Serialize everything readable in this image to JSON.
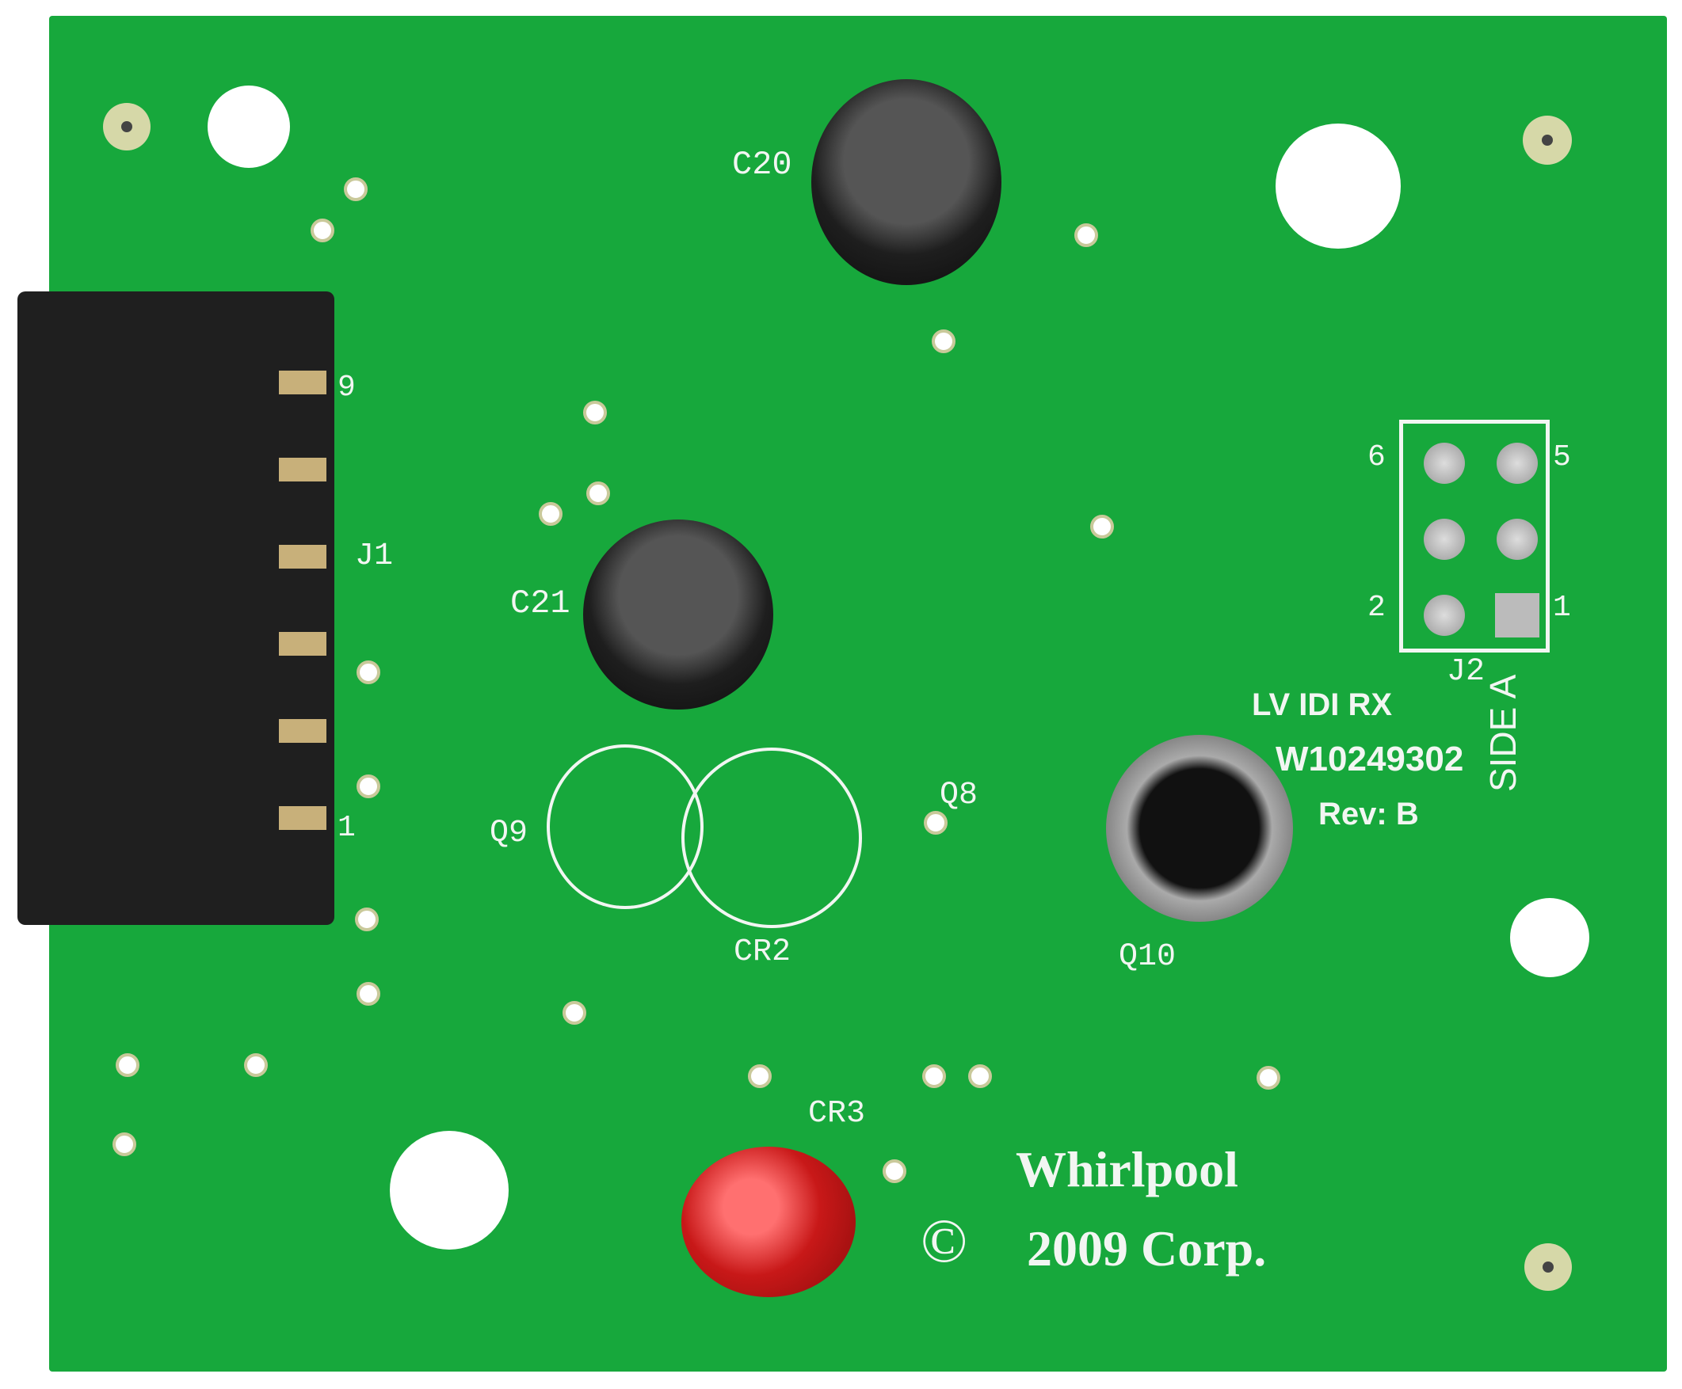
{
  "image": {
    "subject": "green printed circuit board",
    "board_color": "#17a83c",
    "silkscreen_color": "#f2f6f2"
  },
  "labels": {
    "c20": "C20",
    "c21": "C21",
    "j1": "J1",
    "j1_pin_9": "9",
    "j1_pin_1": "1",
    "j2": "J2",
    "j2_pins": [
      "6",
      "5",
      "2",
      "1"
    ],
    "q8": "Q8",
    "q9": "Q9",
    "q10": "Q10",
    "cr2": "CR2",
    "cr3": "CR3",
    "board_name": "LV IDI RX",
    "part_number": "W10249302",
    "revision": "Rev: B",
    "side": "SIDE A",
    "brand": "Whirlpool",
    "copyright_symbol": "©",
    "copyright": "2009 Corp."
  }
}
